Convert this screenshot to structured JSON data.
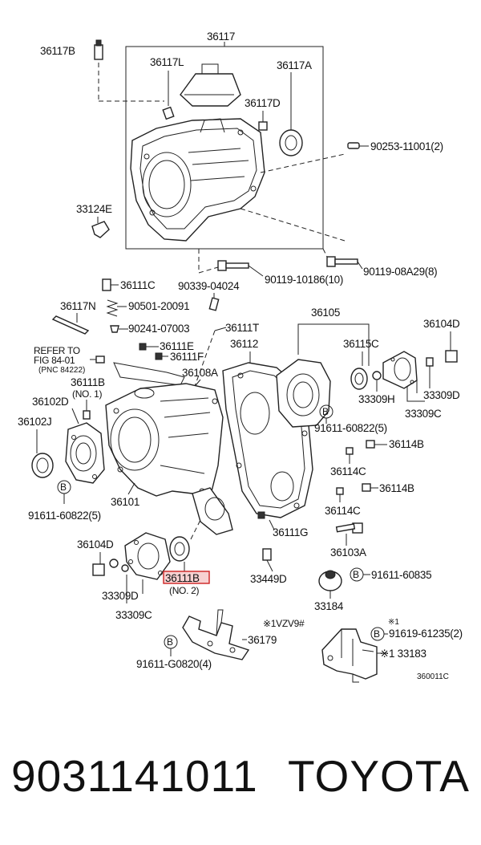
{
  "labels": {
    "l36117": "36117",
    "l36117B": "36117B",
    "l36117L": "36117L",
    "l36117A": "36117A",
    "l36117D": "36117D",
    "l90253": "90253-11001(2)",
    "l33124E": "33124E",
    "l90119_8A29": "90119-08A29(8)",
    "l90119_10186": "90119-10186(10)",
    "l90339": "90339-04024",
    "l36111C": "36111C",
    "l36117N": "36117N",
    "l90501": "90501-20091",
    "l90241": "90241-07003",
    "l36111T": "36111T",
    "l36111E": "36111E",
    "l36111F": "36111F",
    "l36108A": "36108A",
    "l36112": "36112",
    "l36105": "36105",
    "l36115C": "36115C",
    "l36104D_top": "36104D",
    "l33309H": "33309H",
    "l33309D_r": "33309D",
    "l33309C_r": "33309C",
    "refer1": "REFER TO",
    "refer2": "FIG 84-01",
    "refer3": "(PNC 84222)",
    "l36111B_top": "36111B",
    "no1": "(NO. 1)",
    "l36102D": "36102D",
    "l36102J": "36102J",
    "l91611_60822_r": "91611-60822(5)",
    "l36114B_1": "36114B",
    "l36114C_1": "36114C",
    "l36114B_2": "36114B",
    "l36114C_2": "36114C",
    "l91611_60822_l": "91611-60822(5)",
    "l36101": "36101",
    "l36111G": "36111G",
    "l36103A": "36103A",
    "l36104D_bot": "36104D",
    "l36111B_bot": "36111B",
    "no2": "(NO. 2)",
    "l33449D": "33449D",
    "l91611_60835": "91611-60835",
    "l33309D_l": "33309D",
    "l33309C_l": "33309C",
    "l33184": "33184",
    "vzv": "※1VZV9#",
    "star1": "※1",
    "l91619": "91619-61235(2)",
    "l33183": "※1 33183",
    "l36179": "36179",
    "l91611_G0820": "91611-G0820(4)",
    "code": "360011C",
    "b": "B"
  },
  "highlight": {
    "part": "36111B",
    "color": "#cc2222"
  },
  "footer": {
    "part_number": "9031141011",
    "brand": "TOYOTA"
  }
}
